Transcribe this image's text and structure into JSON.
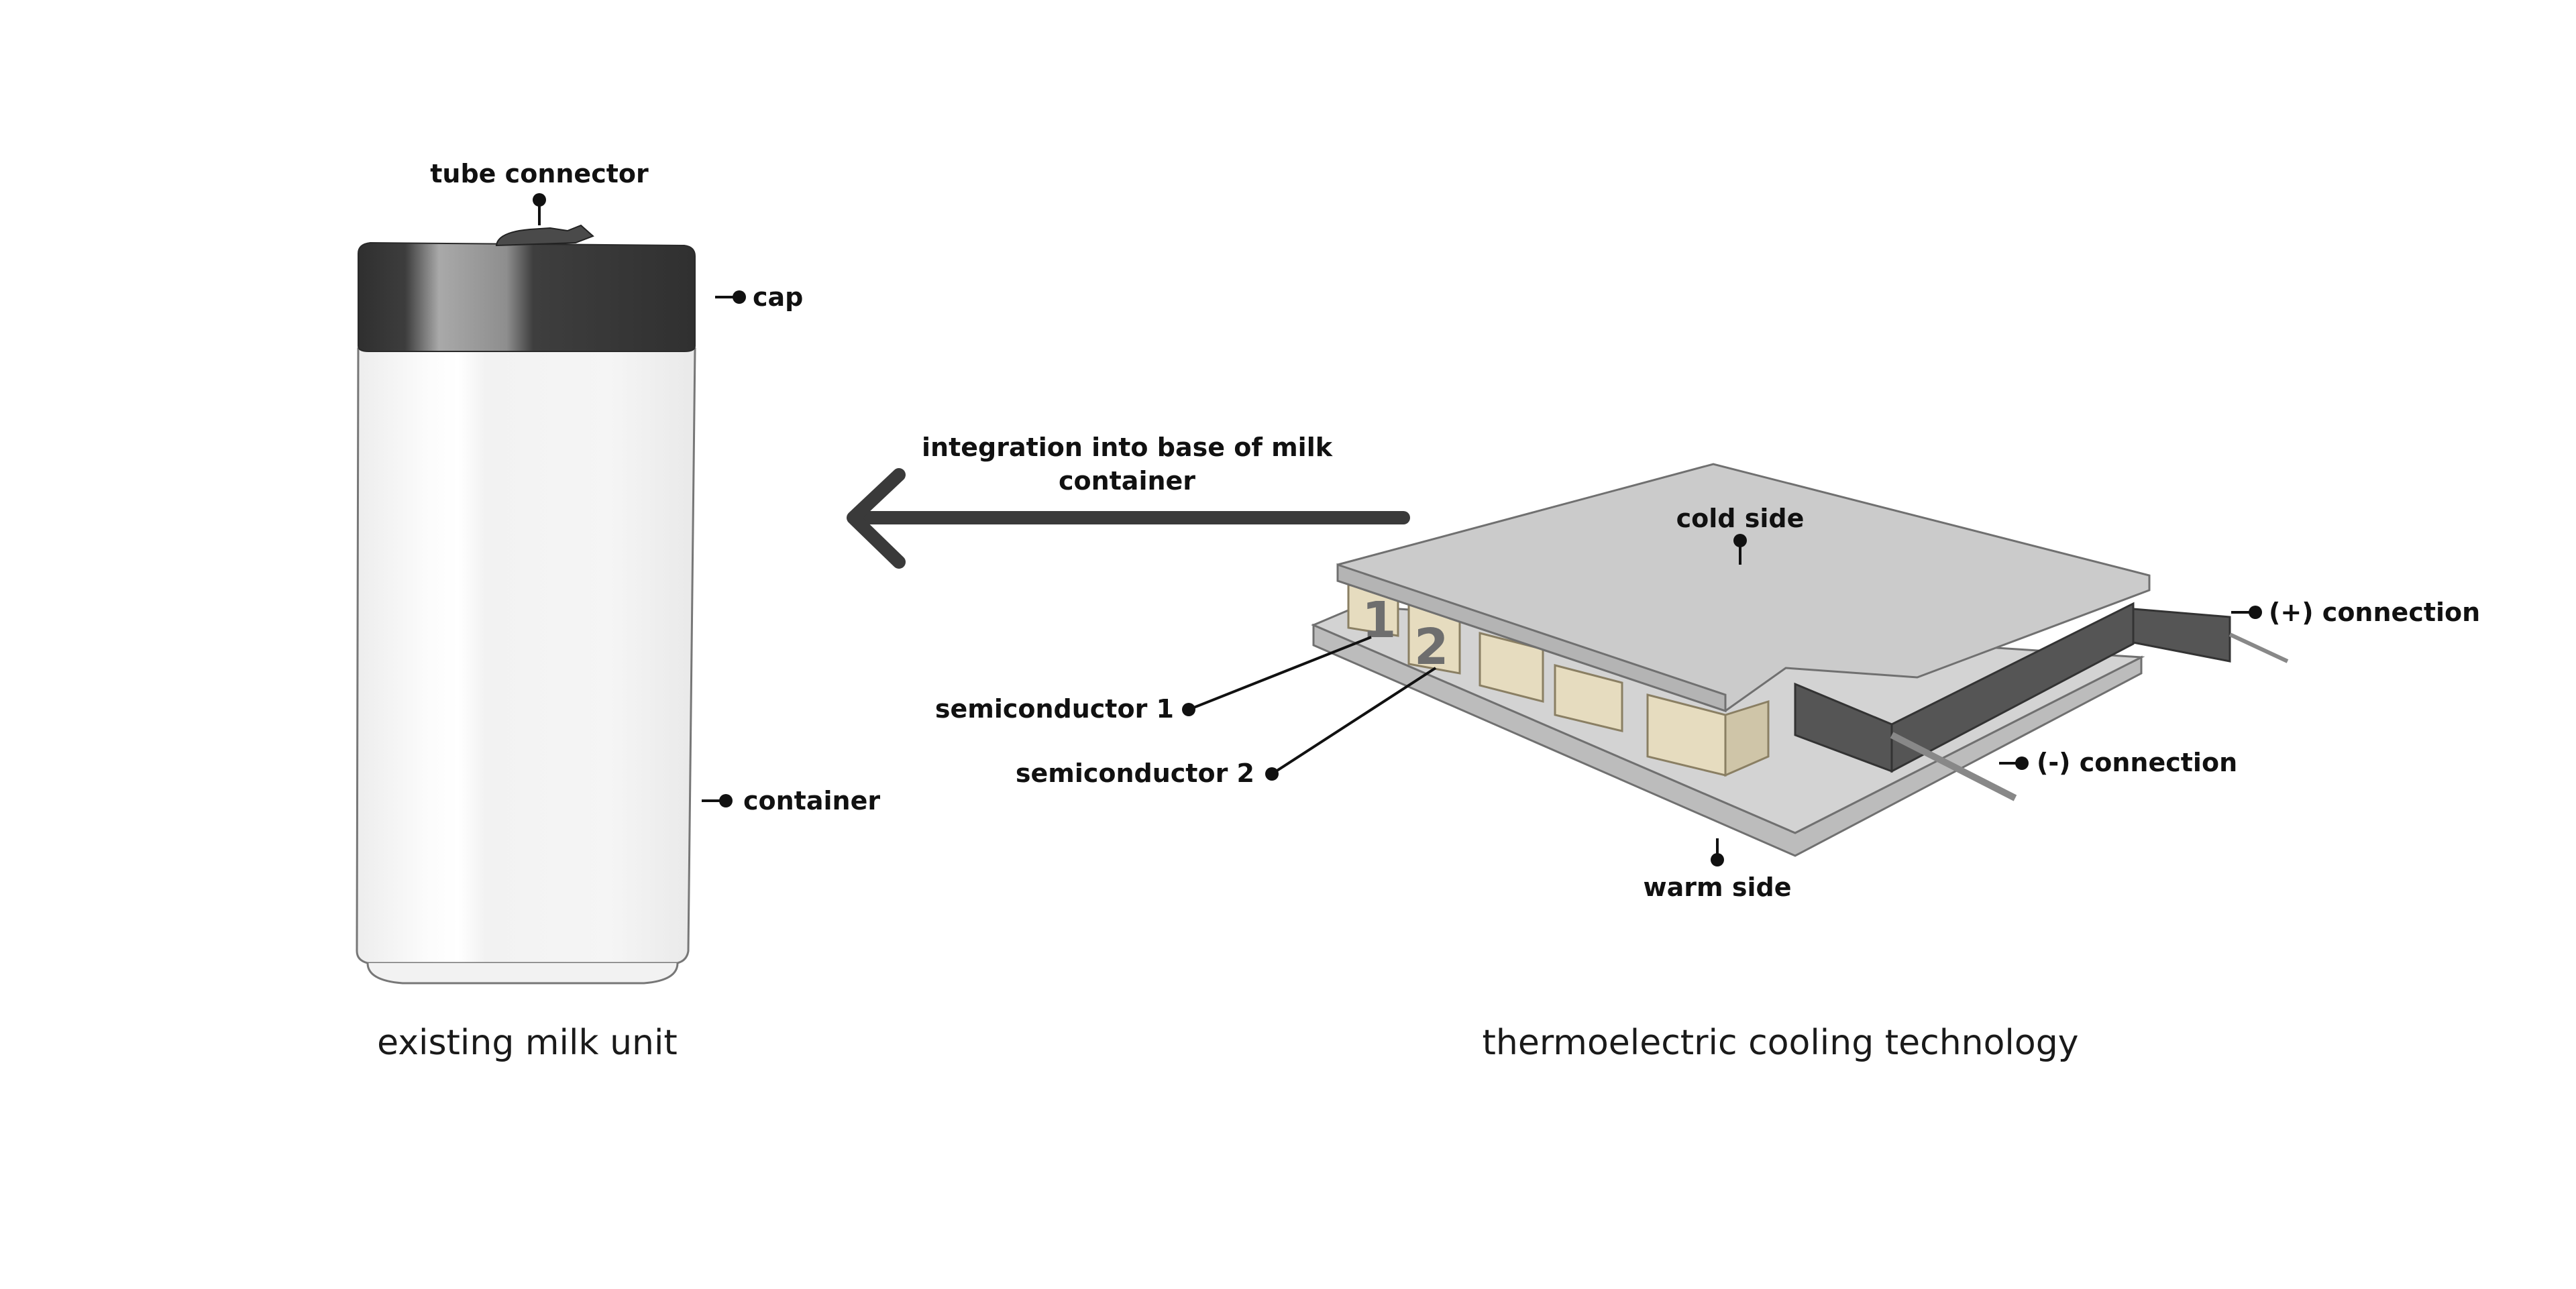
{
  "colors": {
    "cap_dark": "#3a3a3a",
    "cap_highlight": "#a8a8a8",
    "container_fill": "#f4f4f4",
    "arrow": "#3a3a3a",
    "plate_top": "#cbcbcb",
    "plate_edge": "#b0b0b0",
    "semiconductor": "#e6dcbf",
    "lead_dark": "#555555",
    "text": "#111111"
  },
  "milk_unit": {
    "title": "existing milk unit",
    "labels": {
      "tube_connector": "tube connector",
      "cap": "cap",
      "container": "container"
    }
  },
  "arrow": {
    "label_line1": "integration into base of milk",
    "label_line2": "container"
  },
  "thermoelectric": {
    "title": "thermoelectric cooling technology",
    "labels": {
      "cold_side": "cold side",
      "warm_side": "warm side",
      "plus_connection": "(+) connection",
      "minus_connection": "(-) connection",
      "semiconductor_1": "semiconductor 1",
      "semiconductor_2": "semiconductor 2"
    },
    "element_numbers": [
      "1",
      "2"
    ]
  }
}
